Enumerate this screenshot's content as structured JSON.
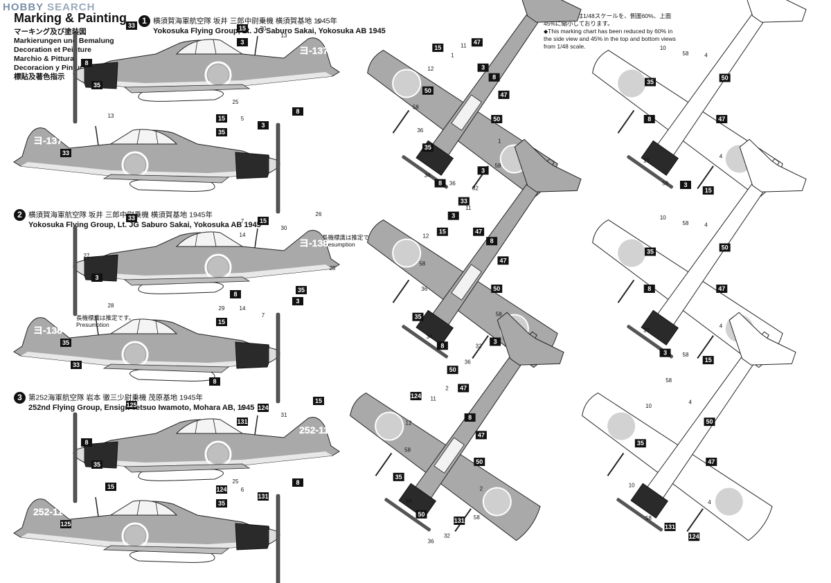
{
  "header": {
    "watermark_a": "HOBBY",
    "watermark_b": "SEARCH",
    "title": "Marking & Painting",
    "languages": [
      "マーキング及び塗装図",
      "Markierungen und Bemalung",
      "Decoration et Peinture",
      "Marchio & Pittura",
      "Decoracion y Pintura",
      "標貼及著色指示"
    ]
  },
  "note": {
    "jp": "この塗装図は1/48スケールを、側面60%、上面45%に縮小しております。",
    "en": "This marking chart has been reduced by 60% in the side view and 45% in the top and bottom views from 1/48 scale."
  },
  "schemes": [
    {
      "number": "1",
      "jp": "横須賀海軍航空隊 坂井 三郎中尉乗機 横須賀基地 1945年",
      "en": "Yokosuka Flying Group, Lt. JG Saburo Sakai, Yokosuka AB 1945",
      "tail_code": "ヨ-137",
      "callouts": [
        "33",
        "15",
        "30",
        "13",
        "5",
        "3",
        "8",
        "35",
        "25"
      ],
      "lower_callouts": [
        "13",
        "15",
        "5",
        "3",
        "8",
        "35",
        "33"
      ]
    },
    {
      "number": "2",
      "jp": "横須賀海軍航空隊 坂井 三郎中尉乗機 横須賀基地 1945年",
      "en": "Yokosuka Flying Group, Lt. JG Saburo Sakai, Yokosuka AB 1945",
      "tail_code": "ヨ-138",
      "callouts": [
        "33",
        "7",
        "15",
        "30",
        "26",
        "14",
        "27",
        "3",
        "8",
        "35",
        "25"
      ],
      "lower_callouts": [
        "28",
        "29",
        "14",
        "7",
        "3",
        "15",
        "35",
        "33",
        "8"
      ],
      "presumption_jp": "長機標識は推定です。",
      "presumption_en": "Presumption"
    },
    {
      "number": "3",
      "jp": "第252海軍航空隊 岩本 徹三少尉乗機 茂原基地 1945年",
      "en": "252nd Flying Group, Ensign Tetsuo Iwamoto, Mohara AB, 1945",
      "tail_code": "252-114",
      "callouts": [
        "125",
        "6",
        "124",
        "31",
        "15",
        "131",
        "8",
        "35",
        "25"
      ],
      "lower_callouts": [
        "15",
        "124",
        "6",
        "131",
        "8",
        "35",
        "125"
      ]
    }
  ],
  "top_views": [
    {
      "callouts": [
        "50",
        "1",
        "58",
        "3",
        "32",
        "33",
        "36",
        "8",
        "34",
        "35",
        "36",
        "58",
        "50",
        "12",
        "15",
        "1",
        "11",
        "47",
        "3",
        "8",
        "47"
      ]
    },
    {
      "callouts": [
        "50",
        "58",
        "3",
        "32",
        "36",
        "50",
        "8",
        "34",
        "35",
        "36",
        "58",
        "12",
        "15",
        "3",
        "11",
        "47",
        "8",
        "47"
      ]
    },
    {
      "callouts": [
        "50",
        "2",
        "58",
        "131",
        "32",
        "36",
        "50",
        "34",
        "35",
        "58",
        "12",
        "124",
        "11",
        "2",
        "47",
        "8",
        "47"
      ]
    }
  ],
  "bottom_views": [
    {
      "callouts": [
        "47",
        "4",
        "15",
        "3",
        "58",
        "10",
        "8",
        "35",
        "10",
        "58",
        "4",
        "50"
      ]
    },
    {
      "callouts": [
        "47",
        "4",
        "15",
        "58",
        "3",
        "10",
        "8",
        "35",
        "10",
        "58",
        "4",
        "50"
      ]
    },
    {
      "callouts": [
        "47",
        "4",
        "124",
        "131",
        "58",
        "10",
        "35",
        "10",
        "58",
        "4",
        "50"
      ]
    }
  ]
}
